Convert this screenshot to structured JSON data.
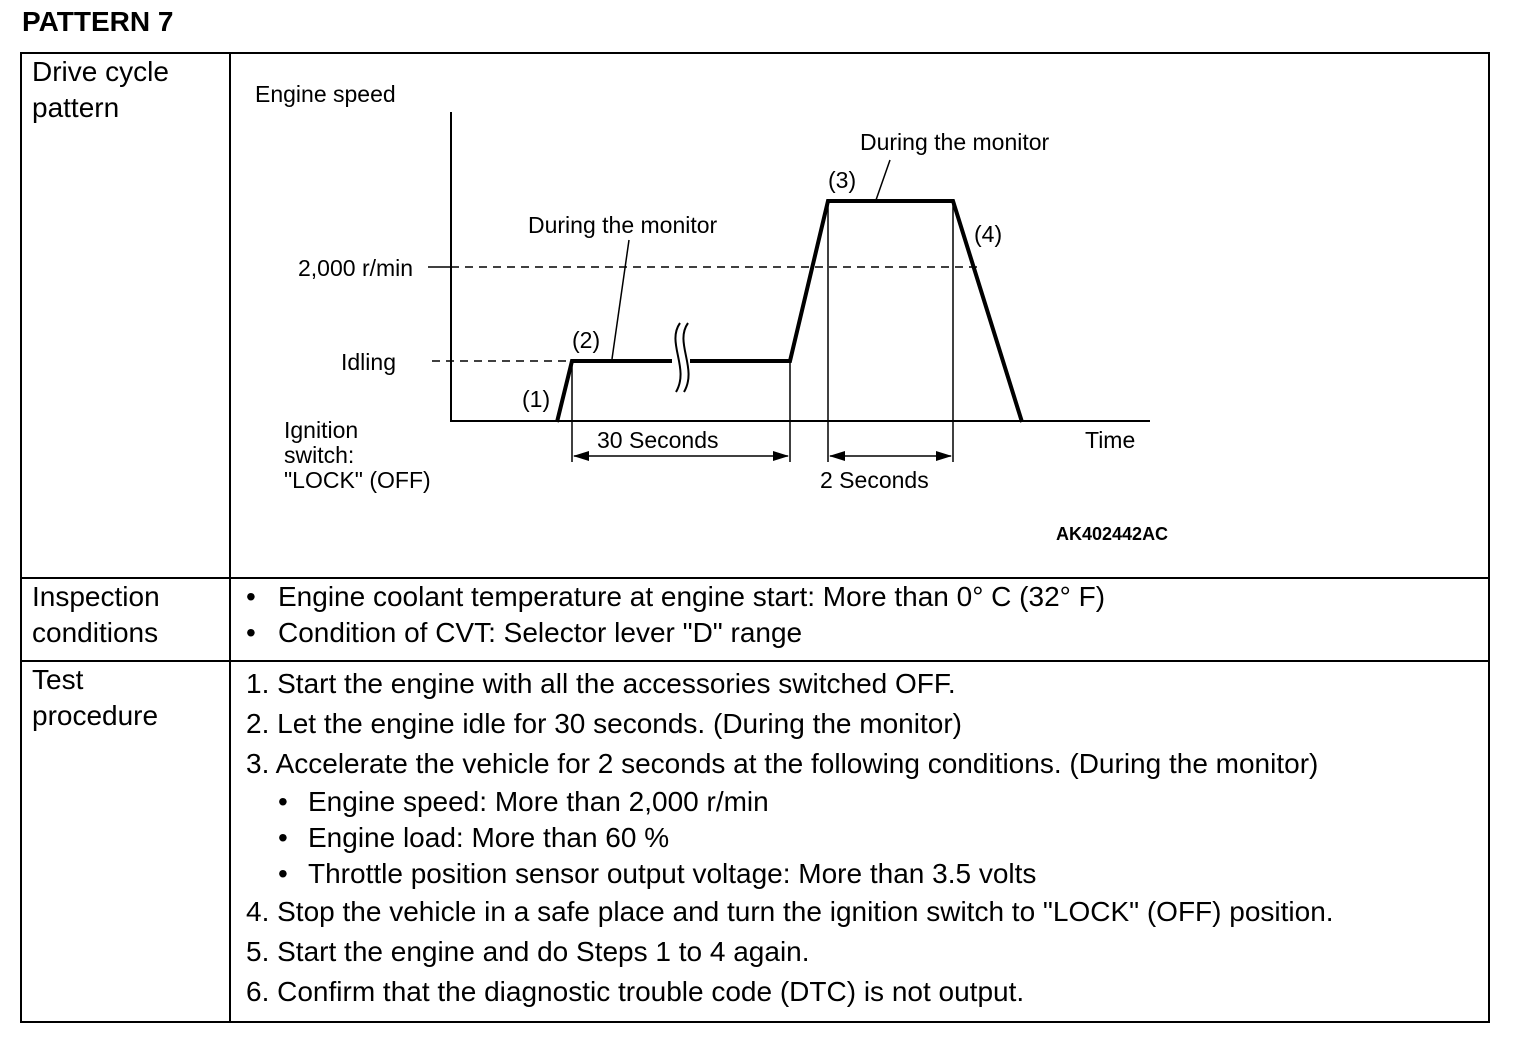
{
  "title": "PATTERN 7",
  "rows": {
    "drive_cycle_label": [
      "Drive cycle",
      "pattern"
    ],
    "inspection_label": [
      "Inspection",
      "conditions"
    ],
    "test_label": [
      "Test",
      "procedure"
    ]
  },
  "diagram": {
    "y_axis_label": "Engine speed",
    "x_axis_label": "Time",
    "level_2000": "2,000 r/min",
    "level_idle": "Idling",
    "ignition_lines": [
      "Ignition",
      "switch:",
      "\"LOCK\" (OFF)"
    ],
    "monitor_label_1": "During the monitor",
    "monitor_label_2": "During the monitor",
    "point_1": "(1)",
    "point_2": "(2)",
    "point_3": "(3)",
    "point_4": "(4)",
    "duration_1": "30 Seconds",
    "duration_2": "2 Seconds",
    "figure_id": "AK402442AC"
  },
  "inspection_conditions": [
    "Engine coolant temperature at engine start: More than 0° C (32° F)",
    "Condition of CVT: Selector lever \"D\" range"
  ],
  "test_procedure": {
    "step1": "1. Start the engine with all the accessories switched OFF.",
    "step2": "2. Let the engine idle for 30 seconds. (During the monitor)",
    "step3": "3. Accelerate the vehicle for 2 seconds at the following conditions. (During the monitor)",
    "step3_conditions": [
      "Engine speed: More than 2,000 r/min",
      "Engine load: More than 60 %",
      "Throttle position sensor output voltage: More than 3.5 volts"
    ],
    "step4": "4. Stop the vehicle in a safe place and turn the ignition switch to \"LOCK\" (OFF) position.",
    "step5": "5. Start the engine and do Steps 1 to 4 again.",
    "step6": "6. Confirm that the diagnostic trouble code (DTC) is not output."
  },
  "bullet": "•"
}
